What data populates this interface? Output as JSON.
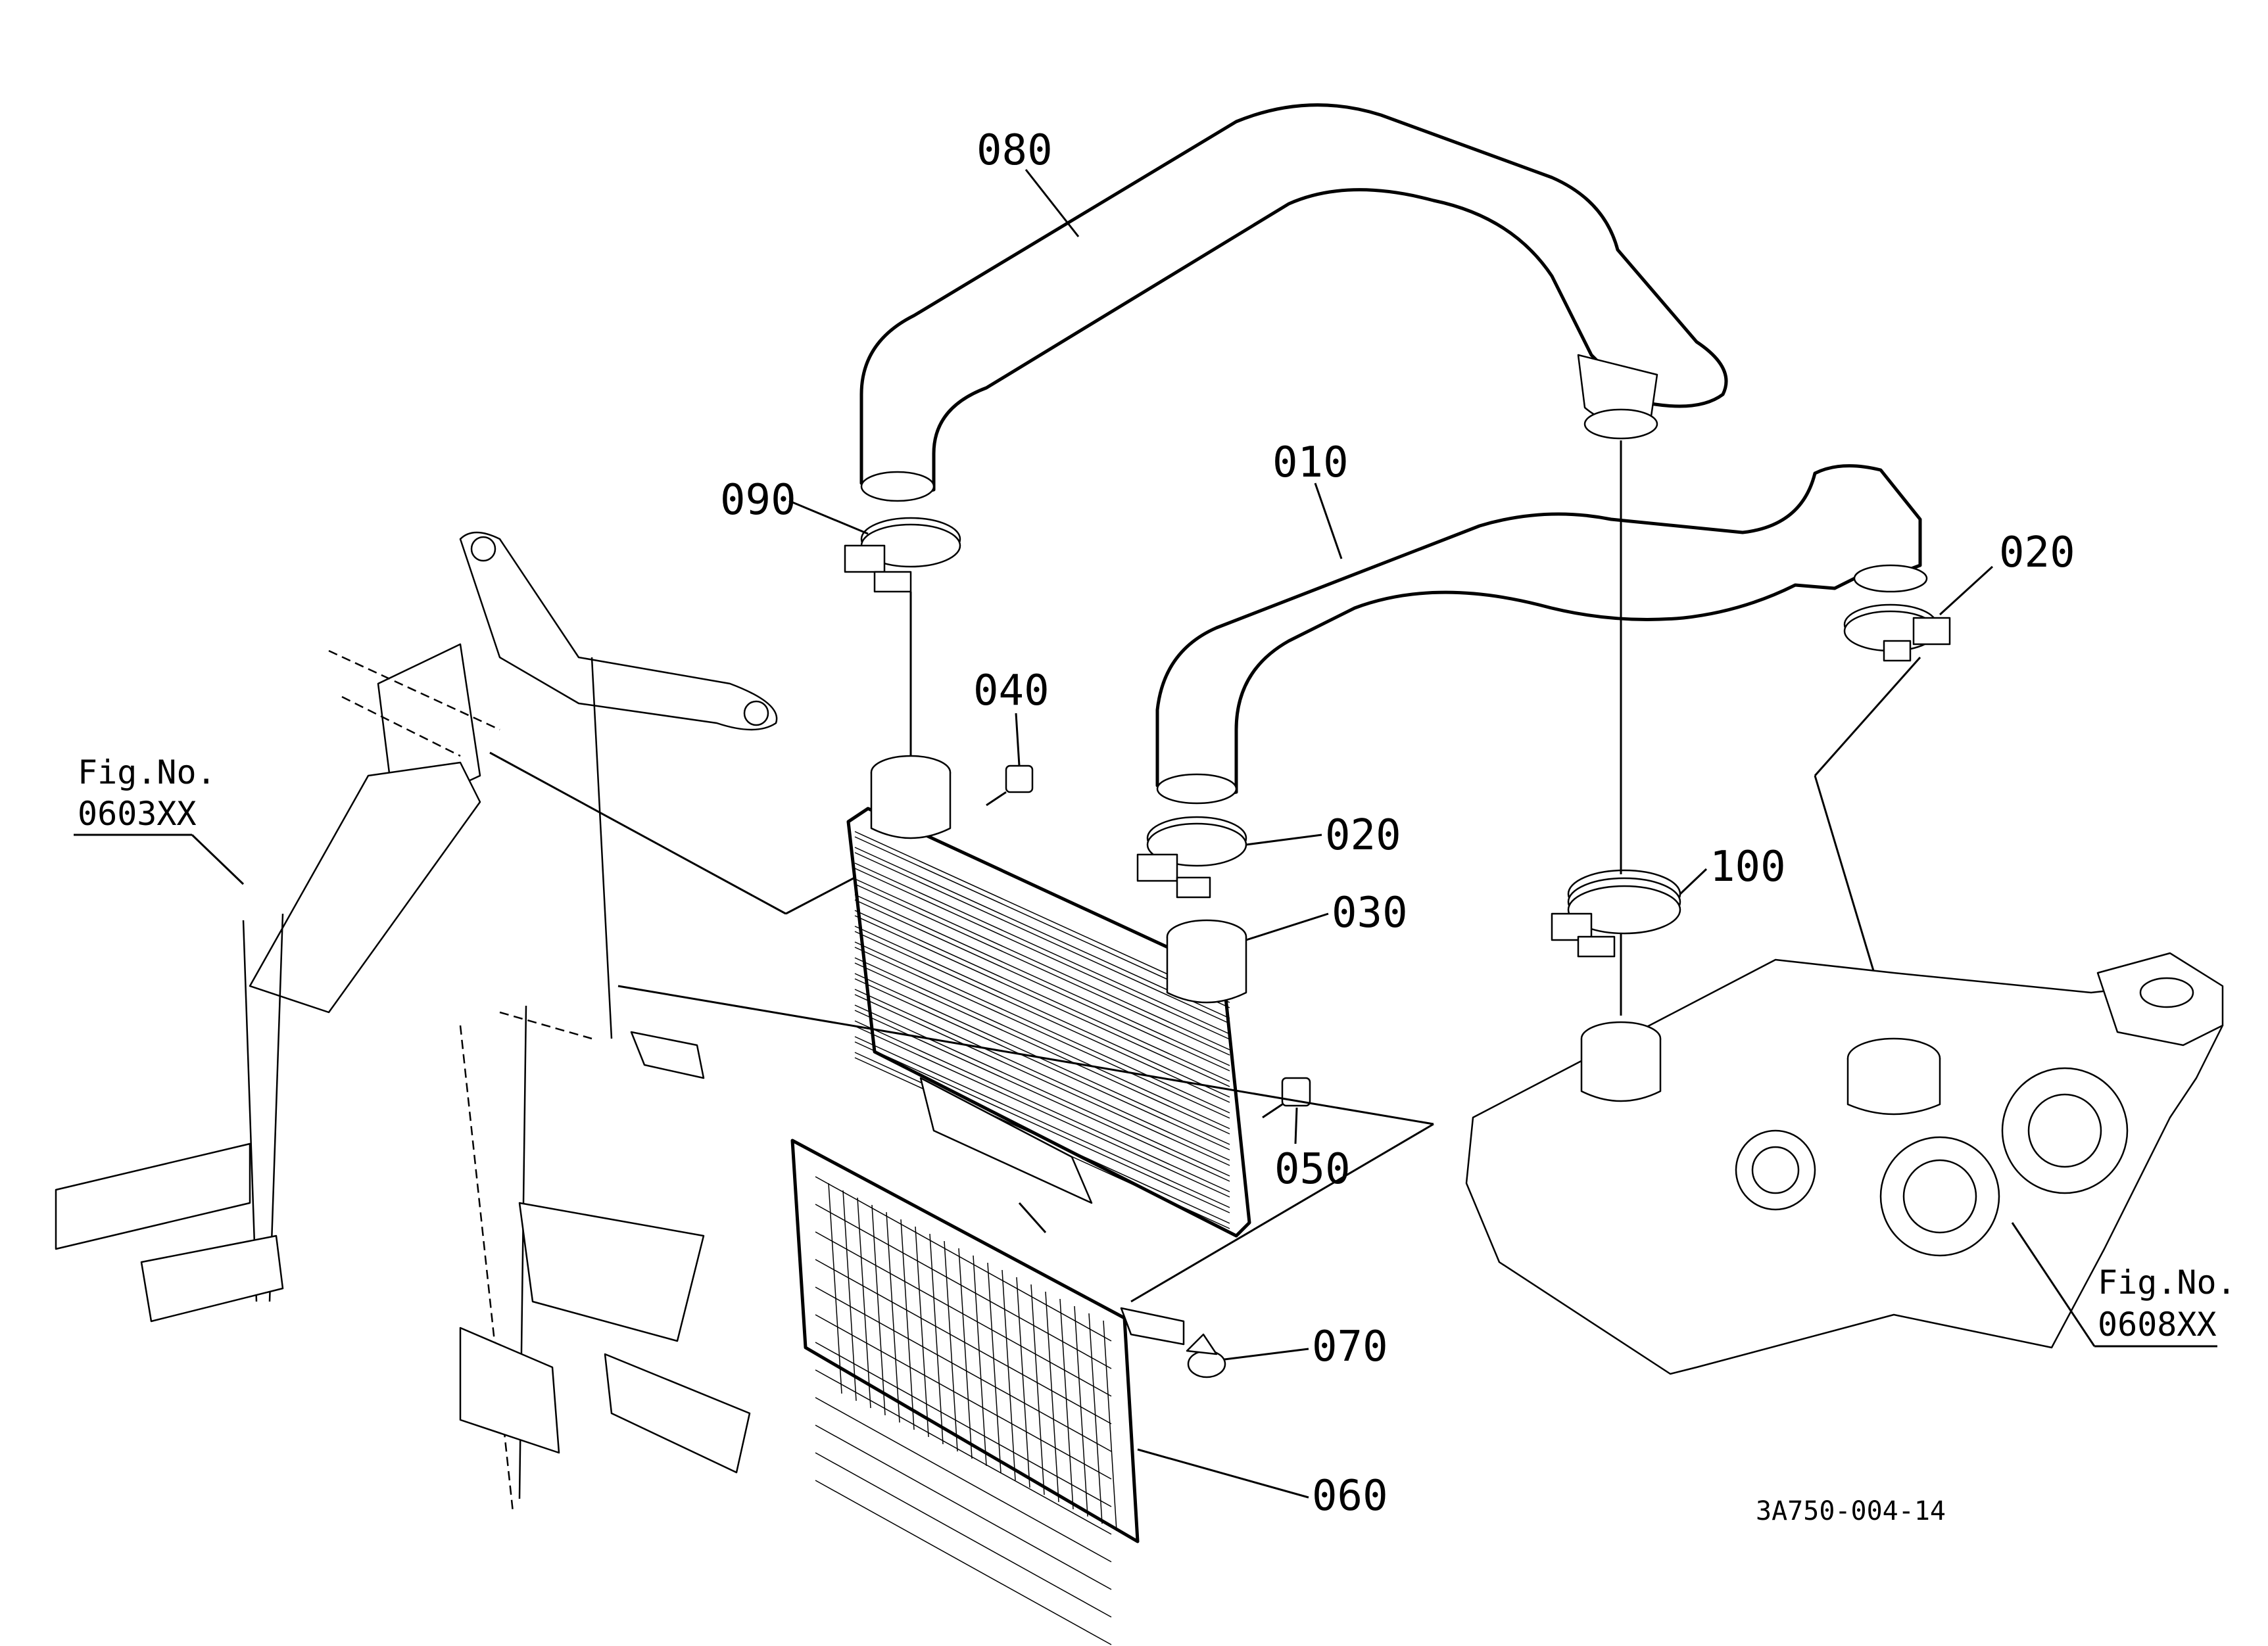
{
  "parts": {
    "p080": "080",
    "p010": "010",
    "p090": "090",
    "p020_right": "020",
    "p040": "040",
    "p020_mid": "020",
    "p030": "030",
    "p100": "100",
    "p050": "050",
    "p070": "070",
    "p060": "060"
  },
  "figrefs": {
    "left_title": "Fig.No.",
    "left_number": "0603XX",
    "right_title": "Fig.No.",
    "right_number": "0608XX"
  },
  "drawing_code": "3A750-004-14"
}
